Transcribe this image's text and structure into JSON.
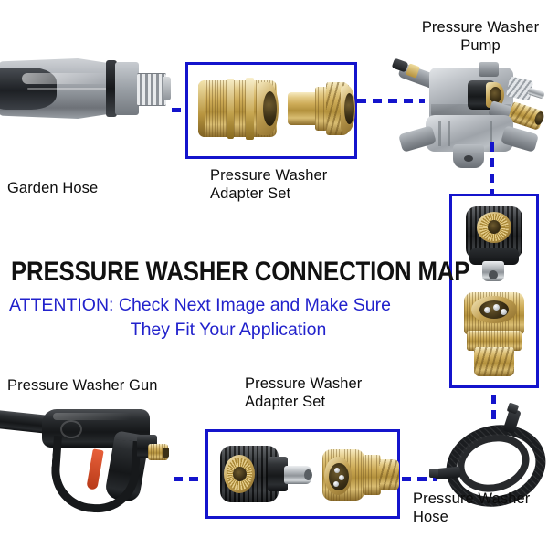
{
  "image": {
    "title": "PRESSURE WASHER CONNECTION MAP",
    "attention_line1": "ATTENTION: Check Next Image and Make Sure",
    "attention_line2": "They Fit Your Application",
    "background_color": "#ffffff",
    "accent_blue": "#1414cc",
    "text_blue": "#2222cc",
    "title_color": "#111111",
    "label_color": "#0d0d0d"
  },
  "labels": {
    "garden_hose": "Garden Hose",
    "adapter_set_top": "Pressure Washer\nAdapter Set",
    "pump": "Pressure Washer\nPump",
    "gun": "Pressure Washer Gun",
    "adapter_set_bottom": "Pressure Washer\nAdapter Set",
    "hose": "Pressure Washer\nHose"
  },
  "components": [
    {
      "id": "garden-hose",
      "label": "Garden Hose",
      "kind": "photo",
      "boxed": false,
      "description": "gray garden hose nozzle with threaded brass-steel outlet"
    },
    {
      "id": "adapter-set-top",
      "label": "Pressure Washer Adapter Set",
      "kind": "photo",
      "boxed": true,
      "box_color": "#1414cc",
      "parts": [
        "brass quick-connect coupler",
        "brass garden hose thread plug"
      ]
    },
    {
      "id": "pressure-washer-pump",
      "label": "Pressure Washer Pump",
      "kind": "photo",
      "boxed": false,
      "description": "aluminum vertical axial pump with brass outlet and thermal relief valve"
    },
    {
      "id": "adapter-set-right",
      "label": "Pressure Washer Adapter Set",
      "kind": "photo",
      "boxed": true,
      "box_color": "#1414cc",
      "parts": [
        "black M22 swivel nut adapter",
        "brass quick-connect socket with male thread"
      ]
    },
    {
      "id": "pressure-washer-gun",
      "label": "Pressure Washer Gun",
      "kind": "photo",
      "boxed": false,
      "description": "black trigger gun with orange trigger and brass inlet fitting"
    },
    {
      "id": "adapter-set-bottom",
      "label": "Pressure Washer Adapter Set",
      "kind": "photo",
      "boxed": true,
      "box_color": "#1414cc",
      "parts": [
        "black M22 nut with steel stem",
        "brass quick-connect socket with male thread"
      ]
    },
    {
      "id": "pressure-washer-hose",
      "label": "Pressure Washer Hose",
      "kind": "photo",
      "boxed": false,
      "description": "coiled black high pressure hose with two end fittings"
    }
  ],
  "connections": [
    {
      "from": "garden-hose",
      "to": "adapter-set-top",
      "style": "dashed",
      "orientation": "horizontal"
    },
    {
      "from": "adapter-set-top",
      "to": "pressure-washer-pump",
      "style": "dashed",
      "orientation": "horizontal"
    },
    {
      "from": "pressure-washer-pump",
      "to": "adapter-set-right",
      "style": "dashed",
      "orientation": "vertical"
    },
    {
      "from": "adapter-set-right",
      "to": "pressure-washer-hose",
      "style": "dashed",
      "orientation": "vertical"
    },
    {
      "from": "pressure-washer-hose",
      "to": "adapter-set-bottom",
      "style": "dashed",
      "orientation": "horizontal"
    },
    {
      "from": "adapter-set-bottom",
      "to": "pressure-washer-gun",
      "style": "dashed",
      "orientation": "horizontal"
    }
  ]
}
